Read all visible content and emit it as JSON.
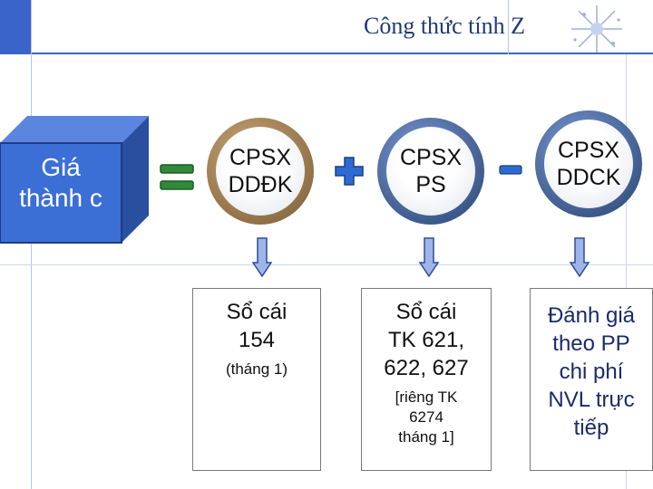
{
  "title": "Công thức tính Z",
  "colors": {
    "accent_blue": "#3a64c8",
    "cube_front": "#3b6fd6",
    "cube_side": "#294f9e",
    "operator_green": "#2f8a3a",
    "operator_blue": "#2e6bd0",
    "arrow_fill": "#9fb4e8",
    "ring_brown": "#8a6b45",
    "ring_blue": "#2f4f88"
  },
  "cube": {
    "line1": "Giá",
    "line2": "thành c"
  },
  "operators": {
    "equals": "=",
    "plus": "+",
    "minus": "−"
  },
  "circles": [
    {
      "line1": "CPSX",
      "line2": "DDĐK"
    },
    {
      "line1": "CPSX",
      "line2": "PS"
    },
    {
      "line1": "CPSX",
      "line2": "DDCK"
    }
  ],
  "boxes": [
    {
      "line1": "Sổ cái",
      "line2": "154",
      "note": "(tháng 1)"
    },
    {
      "line1": "Sổ cái",
      "line2": "TK 621,",
      "line3": "622, 627",
      "note1": "[riêng TK",
      "note2": "6274",
      "note3": "tháng 1]"
    },
    {
      "line1": "Đánh giá",
      "line2": "theo PP",
      "line3": "chi phí",
      "line4": "NVL trực",
      "line5": "tiếp"
    }
  ]
}
